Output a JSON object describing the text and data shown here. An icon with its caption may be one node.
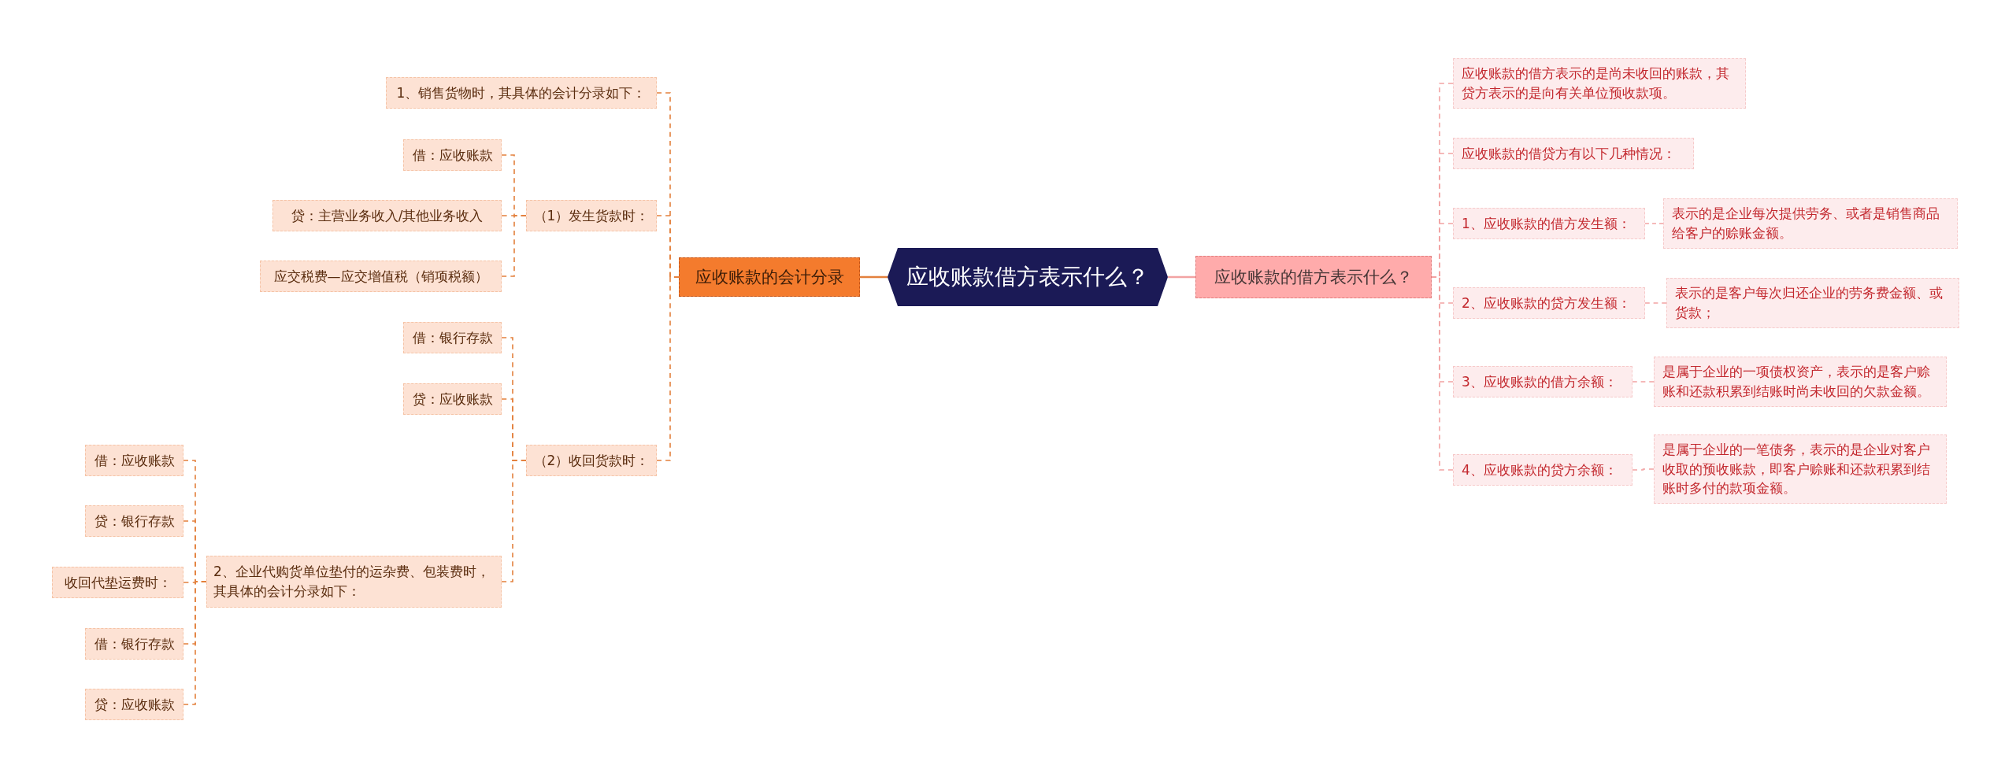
{
  "diagram": {
    "nodes": [
      {
        "text": [
          "应收账款借方表示什么？"
        ]
      },
      {
        "text": [
          "应收账款的会计分录"
        ]
      },
      {
        "text": [
          "1、销售货物时，其具体的会计分录如下："
        ]
      },
      {
        "text": [
          "（1）发生货款时："
        ]
      },
      {
        "text": [
          "借：应收账款"
        ]
      },
      {
        "text": [
          "贷：主营业务收入/其他业务收入"
        ]
      },
      {
        "text": [
          "应交税费—应交增值税（销项税额）"
        ]
      },
      {
        "text": [
          "（2）收回货款时："
        ]
      },
      {
        "text": [
          "借：银行存款"
        ]
      },
      {
        "text": [
          "贷：应收账款"
        ]
      },
      {
        "text": [
          "2、企业代购货单位垫付的运杂费、包装费时，其具体的会计分录如下："
        ]
      },
      {
        "text": [
          "借：应收账款"
        ]
      },
      {
        "text": [
          "贷：银行存款"
        ]
      },
      {
        "text": [
          "收回代垫运费时："
        ]
      },
      {
        "text": [
          "借：银行存款"
        ]
      },
      {
        "text": [
          "贷：应收账款"
        ]
      },
      {
        "text": [
          "应收账款的借方表示什么？"
        ]
      },
      {
        "text": [
          "应收账款的借方表示的是尚未收回的账款，其贷方表示的是向有关单位预收款项。"
        ]
      },
      {
        "text": [
          "应收账款的借贷方有以下几种情况："
        ]
      },
      {
        "text": [
          "1、应收账款的借方发生额："
        ]
      },
      {
        "text": [
          "表示的是企业每次提供劳务、或者是销售商品给客户的赊账金额。"
        ]
      },
      {
        "text": [
          "2、应收账款的贷方发生额："
        ]
      },
      {
        "text": [
          "表示的是客户每次归还企业的劳务费金额、或货款；"
        ]
      },
      {
        "text": [
          "3、应收账款的借方余额："
        ]
      },
      {
        "text": [
          "是属于企业的一项债权资产，表示的是客户赊账和还款积累到结账时尚未收回的欠款金额。"
        ]
      },
      {
        "text": [
          "4、应收账款的贷方余额："
        ]
      },
      {
        "text": [
          "是属于企业的一笔债务，表示的是企业对客户收取的预收账款，即客户赊账和还款积累到结账时多付的款项金额。"
        ]
      }
    ],
    "edges": [
      {
        "from": 0,
        "to": 1,
        "arrow": "none"
      },
      {
        "from": 1,
        "to": 2,
        "arrow": "none",
        "style": "dashed"
      },
      {
        "from": 1,
        "to": 3,
        "arrow": "none",
        "style": "dashed"
      },
      {
        "from": 3,
        "to": 4,
        "arrow": "none",
        "style": "dashed"
      },
      {
        "from": 3,
        "to": 5,
        "arrow": "none",
        "style": "dashed"
      },
      {
        "from": 3,
        "to": 6,
        "arrow": "none",
        "style": "dashed"
      },
      {
        "from": 1,
        "to": 7,
        "arrow": "none",
        "style": "dashed"
      },
      {
        "from": 7,
        "to": 8,
        "arrow": "none",
        "style": "dashed"
      },
      {
        "from": 7,
        "to": 9,
        "arrow": "none",
        "style": "dashed"
      },
      {
        "from": 7,
        "to": 10,
        "arrow": "none",
        "style": "dashed"
      },
      {
        "from": 10,
        "to": 11,
        "arrow": "none",
        "style": "dashed"
      },
      {
        "from": 10,
        "to": 12,
        "arrow": "none",
        "style": "dashed"
      },
      {
        "from": 10,
        "to": 13,
        "arrow": "none",
        "style": "dashed"
      },
      {
        "from": 10,
        "to": 14,
        "arrow": "none",
        "style": "dashed"
      },
      {
        "from": 10,
        "to": 15,
        "arrow": "none",
        "style": "dashed"
      },
      {
        "from": 0,
        "to": 16,
        "arrow": "none",
        "color": "#f2a3a3"
      },
      {
        "from": 16,
        "to": 17,
        "arrow": "none",
        "style": "dashed",
        "color": "#f2a3a3"
      },
      {
        "from": 16,
        "to": 18,
        "arrow": "none",
        "style": "dashed",
        "color": "#f2a3a3"
      },
      {
        "from": 16,
        "to": 19,
        "arrow": "none",
        "style": "dashed",
        "color": "#f2a3a3"
      },
      {
        "from": 19,
        "to": 20,
        "arrow": "none",
        "style": "dashed",
        "color": "#f2a3a3"
      },
      {
        "from": 16,
        "to": 21,
        "arrow": "none",
        "style": "dashed",
        "color": "#f2a3a3"
      },
      {
        "from": 21,
        "to": 22,
        "arrow": "none",
        "style": "dashed",
        "color": "#f2a3a3"
      },
      {
        "from": 16,
        "to": 23,
        "arrow": "none",
        "style": "dashed",
        "color": "#f2a3a3"
      },
      {
        "from": 23,
        "to": 24,
        "arrow": "none",
        "style": "dashed",
        "color": "#f2a3a3"
      },
      {
        "from": 16,
        "to": 25,
        "arrow": "none",
        "style": "dashed",
        "color": "#f2a3a3"
      },
      {
        "from": 25,
        "to": 26,
        "arrow": "none",
        "style": "dashed",
        "color": "#f2a3a3"
      }
    ]
  }
}
